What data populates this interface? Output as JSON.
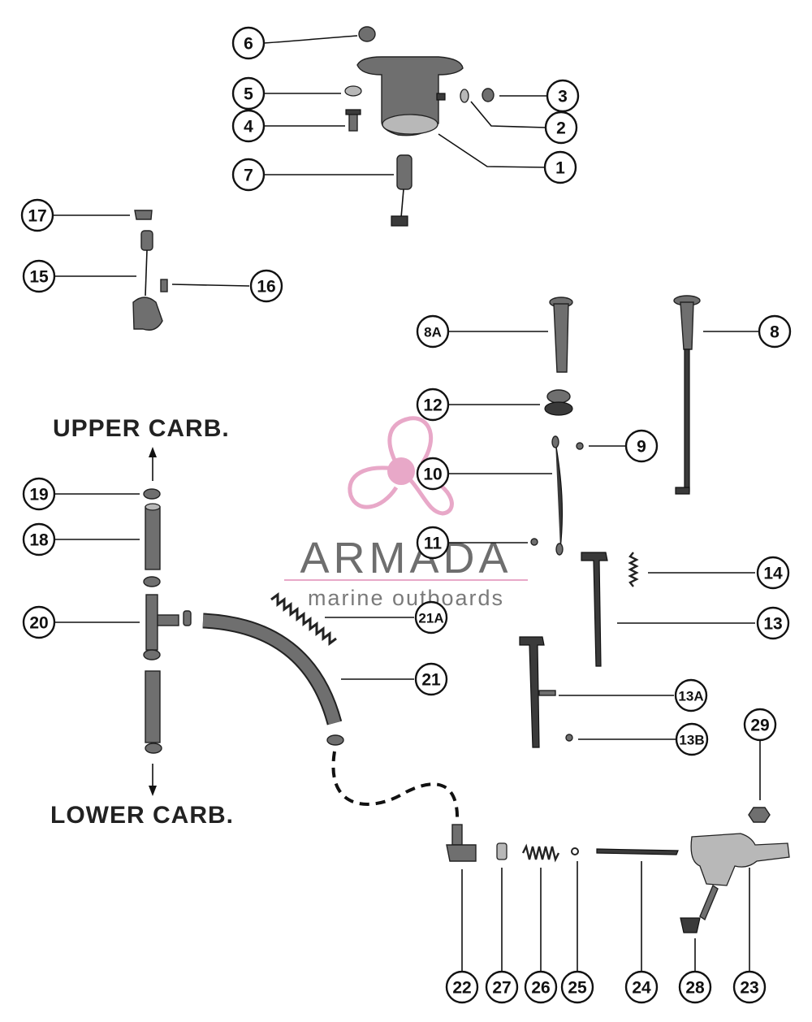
{
  "headings": {
    "upper": "UPPER  CARB.",
    "lower": "LOWER  CARB."
  },
  "watermark": {
    "title": "ARMADA",
    "subtitle": "marine outboards",
    "logo_color": "#e8a8c8",
    "logo_icon": "propeller-logo-icon"
  },
  "callouts": {
    "c1": "1",
    "c2": "2",
    "c3": "3",
    "c4": "4",
    "c5": "5",
    "c6": "6",
    "c7": "7",
    "c8": "8",
    "c8a": "8A",
    "c9": "9",
    "c10": "10",
    "c11": "11",
    "c12": "12",
    "c13": "13",
    "c13a": "13A",
    "c13b": "13B",
    "c14": "14",
    "c15": "15",
    "c16": "16",
    "c17": "17",
    "c18": "18",
    "c19": "19",
    "c20": "20",
    "c21": "21",
    "c21a": "21A",
    "c22": "22",
    "c23": "23",
    "c24": "24",
    "c25": "25",
    "c26": "26",
    "c27": "27",
    "c28": "28",
    "c29": "29"
  }
}
